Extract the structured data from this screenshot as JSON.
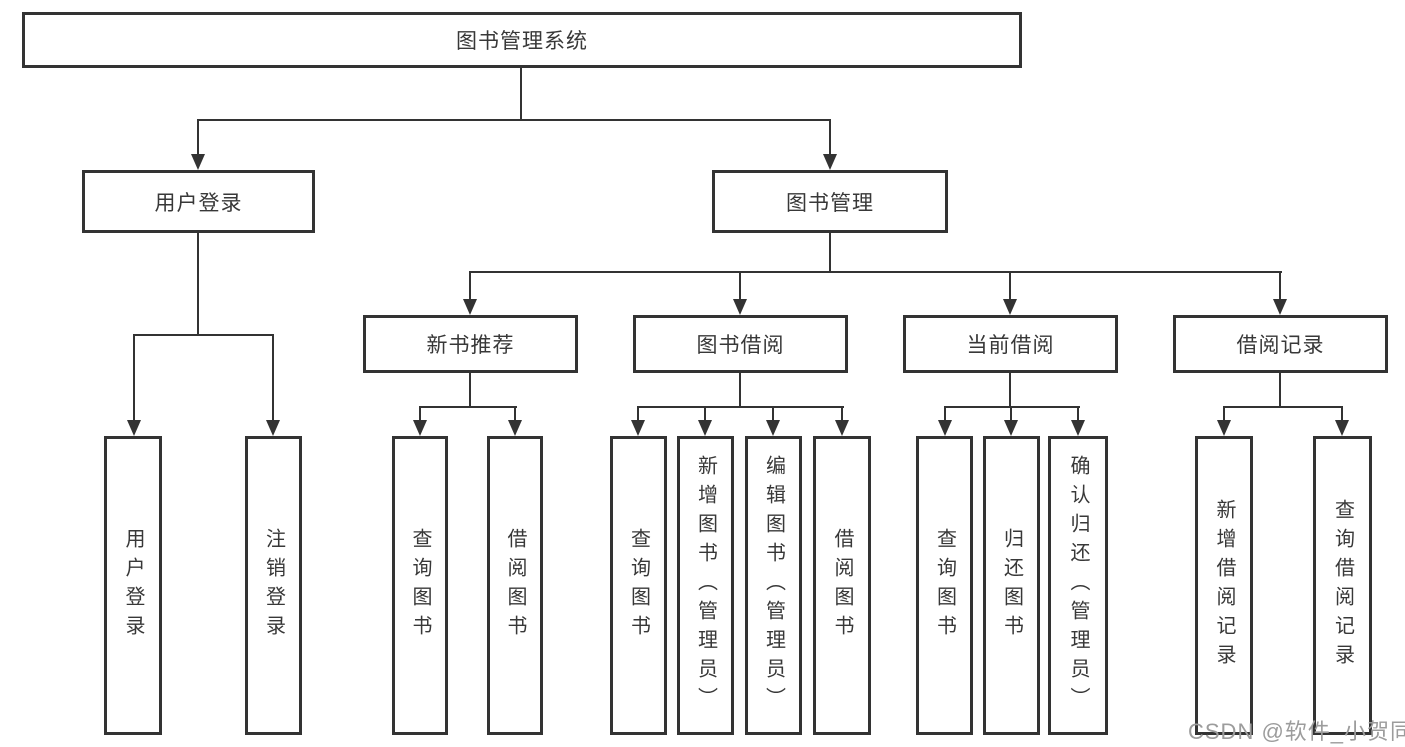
{
  "diagram": {
    "root": "图书管理系统",
    "level2": {
      "user_login": "用户登录",
      "book_management": "图书管理"
    },
    "level3": {
      "new_book_recommendation": "新书推荐",
      "book_borrowing": "图书借阅",
      "current_borrowing": "当前借阅",
      "borrowing_records": "借阅记录"
    },
    "leaves": {
      "user_login": "用户登录",
      "logout": "注销登录",
      "recommend_query_books": "查询图书",
      "recommend_borrow_books": "借阅图书",
      "borrowing_query_books": "查询图书",
      "borrowing_add_books_admin": "新增图书（管理员）",
      "borrowing_edit_books_admin": "编辑图书（管理员）",
      "borrowing_borrow_books": "借阅图书",
      "current_query_books": "查询图书",
      "current_return_books": "归还图书",
      "current_confirm_return_admin": "确认归还（管理员）",
      "records_add_record": "新增借阅记录",
      "records_query_record": "查询借阅记录"
    }
  },
  "watermark": {
    "text": "CSDN @软件_小贺同学",
    "color": "#9c9c9c"
  },
  "colors": {
    "line": "#333333",
    "text": "#383838",
    "background": "#ffffff"
  }
}
